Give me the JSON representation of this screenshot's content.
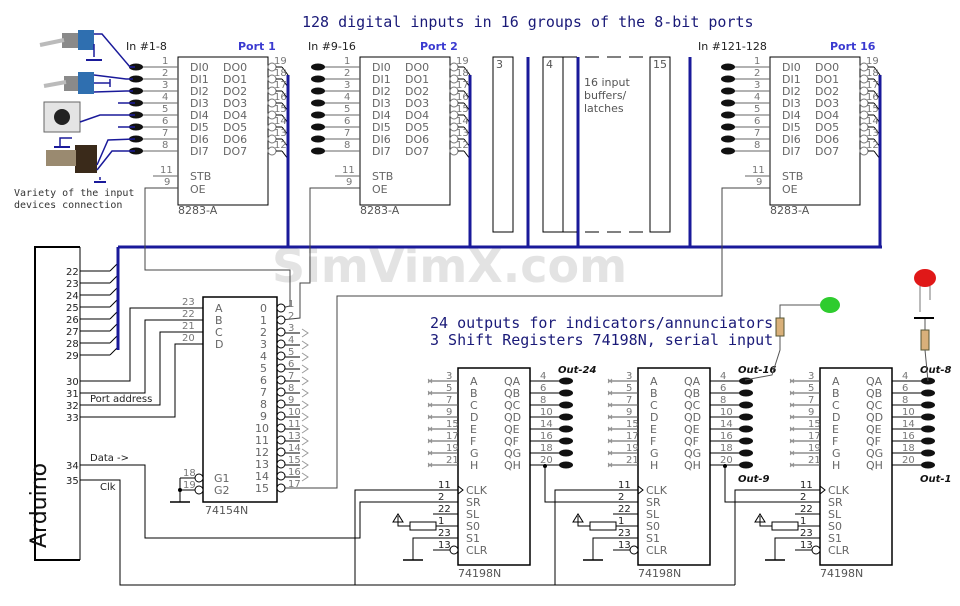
{
  "title": "128 digital inputs in 16 groups of the 8-bit ports",
  "watermark": "SimVimX.com",
  "input_devices_caption": [
    "Variety of the input",
    "devices connection"
  ],
  "ports": [
    {
      "label": "Port 1",
      "inputs_label": "In #1-8",
      "chip": "8283-A"
    },
    {
      "label": "Port 2",
      "inputs_label": "In #9-16",
      "chip": "8283-A"
    },
    {
      "label": "Port 16",
      "inputs_label": "In #121-128",
      "chip": "8283-A"
    }
  ],
  "port_chip": {
    "in_pins": [
      "DI0",
      "DI1",
      "DI2",
      "DI3",
      "DI4",
      "DI5",
      "DI6",
      "DI7"
    ],
    "in_nums": [
      "1",
      "2",
      "3",
      "4",
      "5",
      "6",
      "7",
      "8"
    ],
    "out_pins": [
      "DO0",
      "DO1",
      "DO2",
      "DO3",
      "DO4",
      "DO5",
      "DO6",
      "DO7"
    ],
    "out_nums": [
      "19",
      "18",
      "17",
      "16",
      "15",
      "14",
      "13",
      "12"
    ],
    "stb": "STB",
    "stb_num": "11",
    "oe": "OE",
    "oe_num": "9"
  },
  "buffers": {
    "labels": [
      "3",
      "4",
      "15"
    ],
    "caption": [
      "16 input",
      "buffers/",
      "latches"
    ]
  },
  "arduino": {
    "label": "Arduino",
    "bus_pins": [
      "22",
      "23",
      "24",
      "25",
      "26",
      "27",
      "28",
      "29"
    ],
    "addr_pins": [
      "30",
      "31",
      "32",
      "33"
    ],
    "data_pin": "34",
    "clk_pin": "35",
    "port_address": "Port address",
    "data": "Data ->",
    "clk": "Clk"
  },
  "decoder": {
    "chip": "74154N",
    "in_pins": [
      "A",
      "B",
      "C",
      "D"
    ],
    "in_nums": [
      "23",
      "22",
      "21",
      "20"
    ],
    "out_pins": [
      "0",
      "1",
      "2",
      "3",
      "4",
      "5",
      "6",
      "7",
      "8",
      "9",
      "10",
      "11",
      "12",
      "13",
      "14",
      "15"
    ],
    "out_nums": [
      "1",
      "2",
      "3",
      "4",
      "5",
      "6",
      "7",
      "8",
      "9",
      "10",
      "11",
      "13",
      "14",
      "15",
      "16",
      "17"
    ],
    "g_pins": [
      "G1",
      "G2"
    ],
    "g_nums": [
      "18",
      "19"
    ]
  },
  "outputs_caption": [
    "24 outputs for indicators/annunciators.",
    "3 Shift Registers 74198N, serial input"
  ],
  "shift_registers": [
    {
      "chip": "74198N",
      "top_label": "Out-24"
    },
    {
      "chip": "74198N",
      "top_label": "Out-16",
      "bottom_label": "Out-9"
    },
    {
      "chip": "74198N",
      "top_label": "Out-8",
      "bottom_label": "Out-1"
    }
  ],
  "sr_chip": {
    "in_pins": [
      "A",
      "B",
      "C",
      "D",
      "E",
      "F",
      "G",
      "H"
    ],
    "in_nums": [
      "3",
      "5",
      "7",
      "9",
      "15",
      "17",
      "19",
      "21"
    ],
    "out_pins": [
      "QA",
      "QB",
      "QC",
      "QD",
      "QE",
      "QF",
      "QG",
      "QH"
    ],
    "out_nums": [
      "4",
      "6",
      "8",
      "10",
      "14",
      "16",
      "18",
      "20"
    ],
    "ctrl_pins": [
      "CLK",
      "SR",
      "SL",
      "S0",
      "S1",
      "CLR"
    ],
    "ctrl_nums": [
      "11",
      "2",
      "22",
      "1",
      "23",
      "13"
    ]
  },
  "colors": {
    "bus": "#1a1a9a",
    "led_green": "#2ecc2e",
    "led_red": "#e01818"
  }
}
